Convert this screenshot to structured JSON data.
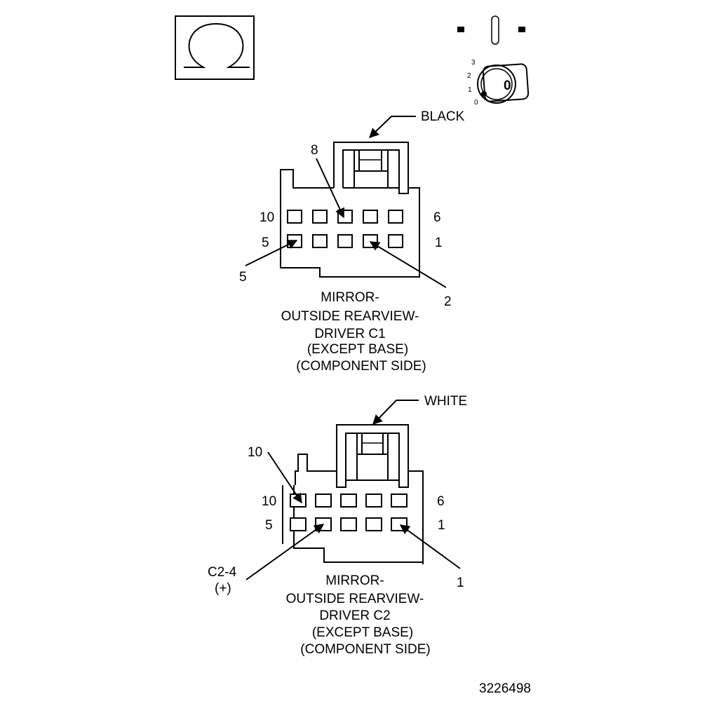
{
  "omega_symbol": "Ω",
  "ignition_icon": {
    "positions": [
      "3",
      "2",
      "1",
      "0"
    ],
    "key_label": "0"
  },
  "connector_c1": {
    "color_label": "BLACK",
    "row_labels": [
      "10",
      "6",
      "5",
      "1"
    ],
    "callouts": [
      "8",
      "5",
      "2"
    ],
    "caption": [
      "MIRROR-",
      "OUTSIDE REARVIEW-",
      "DRIVER C1",
      "(EXCEPT BASE)",
      "(COMPONENT SIDE)"
    ]
  },
  "connector_c2": {
    "color_label": "WHITE",
    "row_labels": [
      "10",
      "6",
      "5",
      "1"
    ],
    "callouts": [
      "10",
      "C2-4",
      "(+)",
      "1"
    ],
    "caption": [
      "MIRROR-",
      "OUTSIDE REARVIEW-",
      "DRIVER C2",
      "(EXCEPT BASE)",
      "(COMPONENT SIDE)"
    ]
  },
  "figure_number": "3226498"
}
